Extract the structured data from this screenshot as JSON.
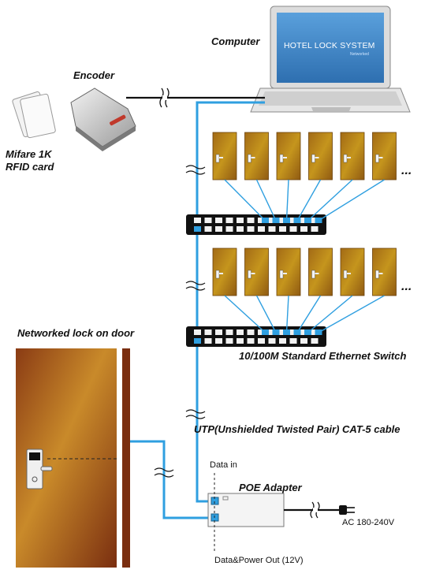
{
  "labels": {
    "computer": "Computer",
    "screen_title": "HOTEL LOCK SYSTEM",
    "screen_subtitle": "Networked",
    "encoder": "Encoder",
    "card_line1": "Mifare 1K",
    "card_line2": "RFID card",
    "networked_lock": "Networked lock on door",
    "switch": "10/100M Standard Ethernet Switch",
    "cable": "UTP(Unshielded Twisted Pair) CAT-5 cable",
    "data_in": "Data in",
    "poe": "POE Adapter",
    "ac": "AC 180-240V",
    "data_power_out": "Data&Power Out (12V)",
    "ellipsis": "..."
  },
  "colors": {
    "cable": "#2f9fe0",
    "door_light": "#c98a2a",
    "door_dark": "#8a3b14",
    "switch": "#111111",
    "screen": "#3f86c4"
  },
  "door_rows": [
    {
      "count": 6,
      "more": "..."
    },
    {
      "count": 6,
      "more": "..."
    }
  ]
}
